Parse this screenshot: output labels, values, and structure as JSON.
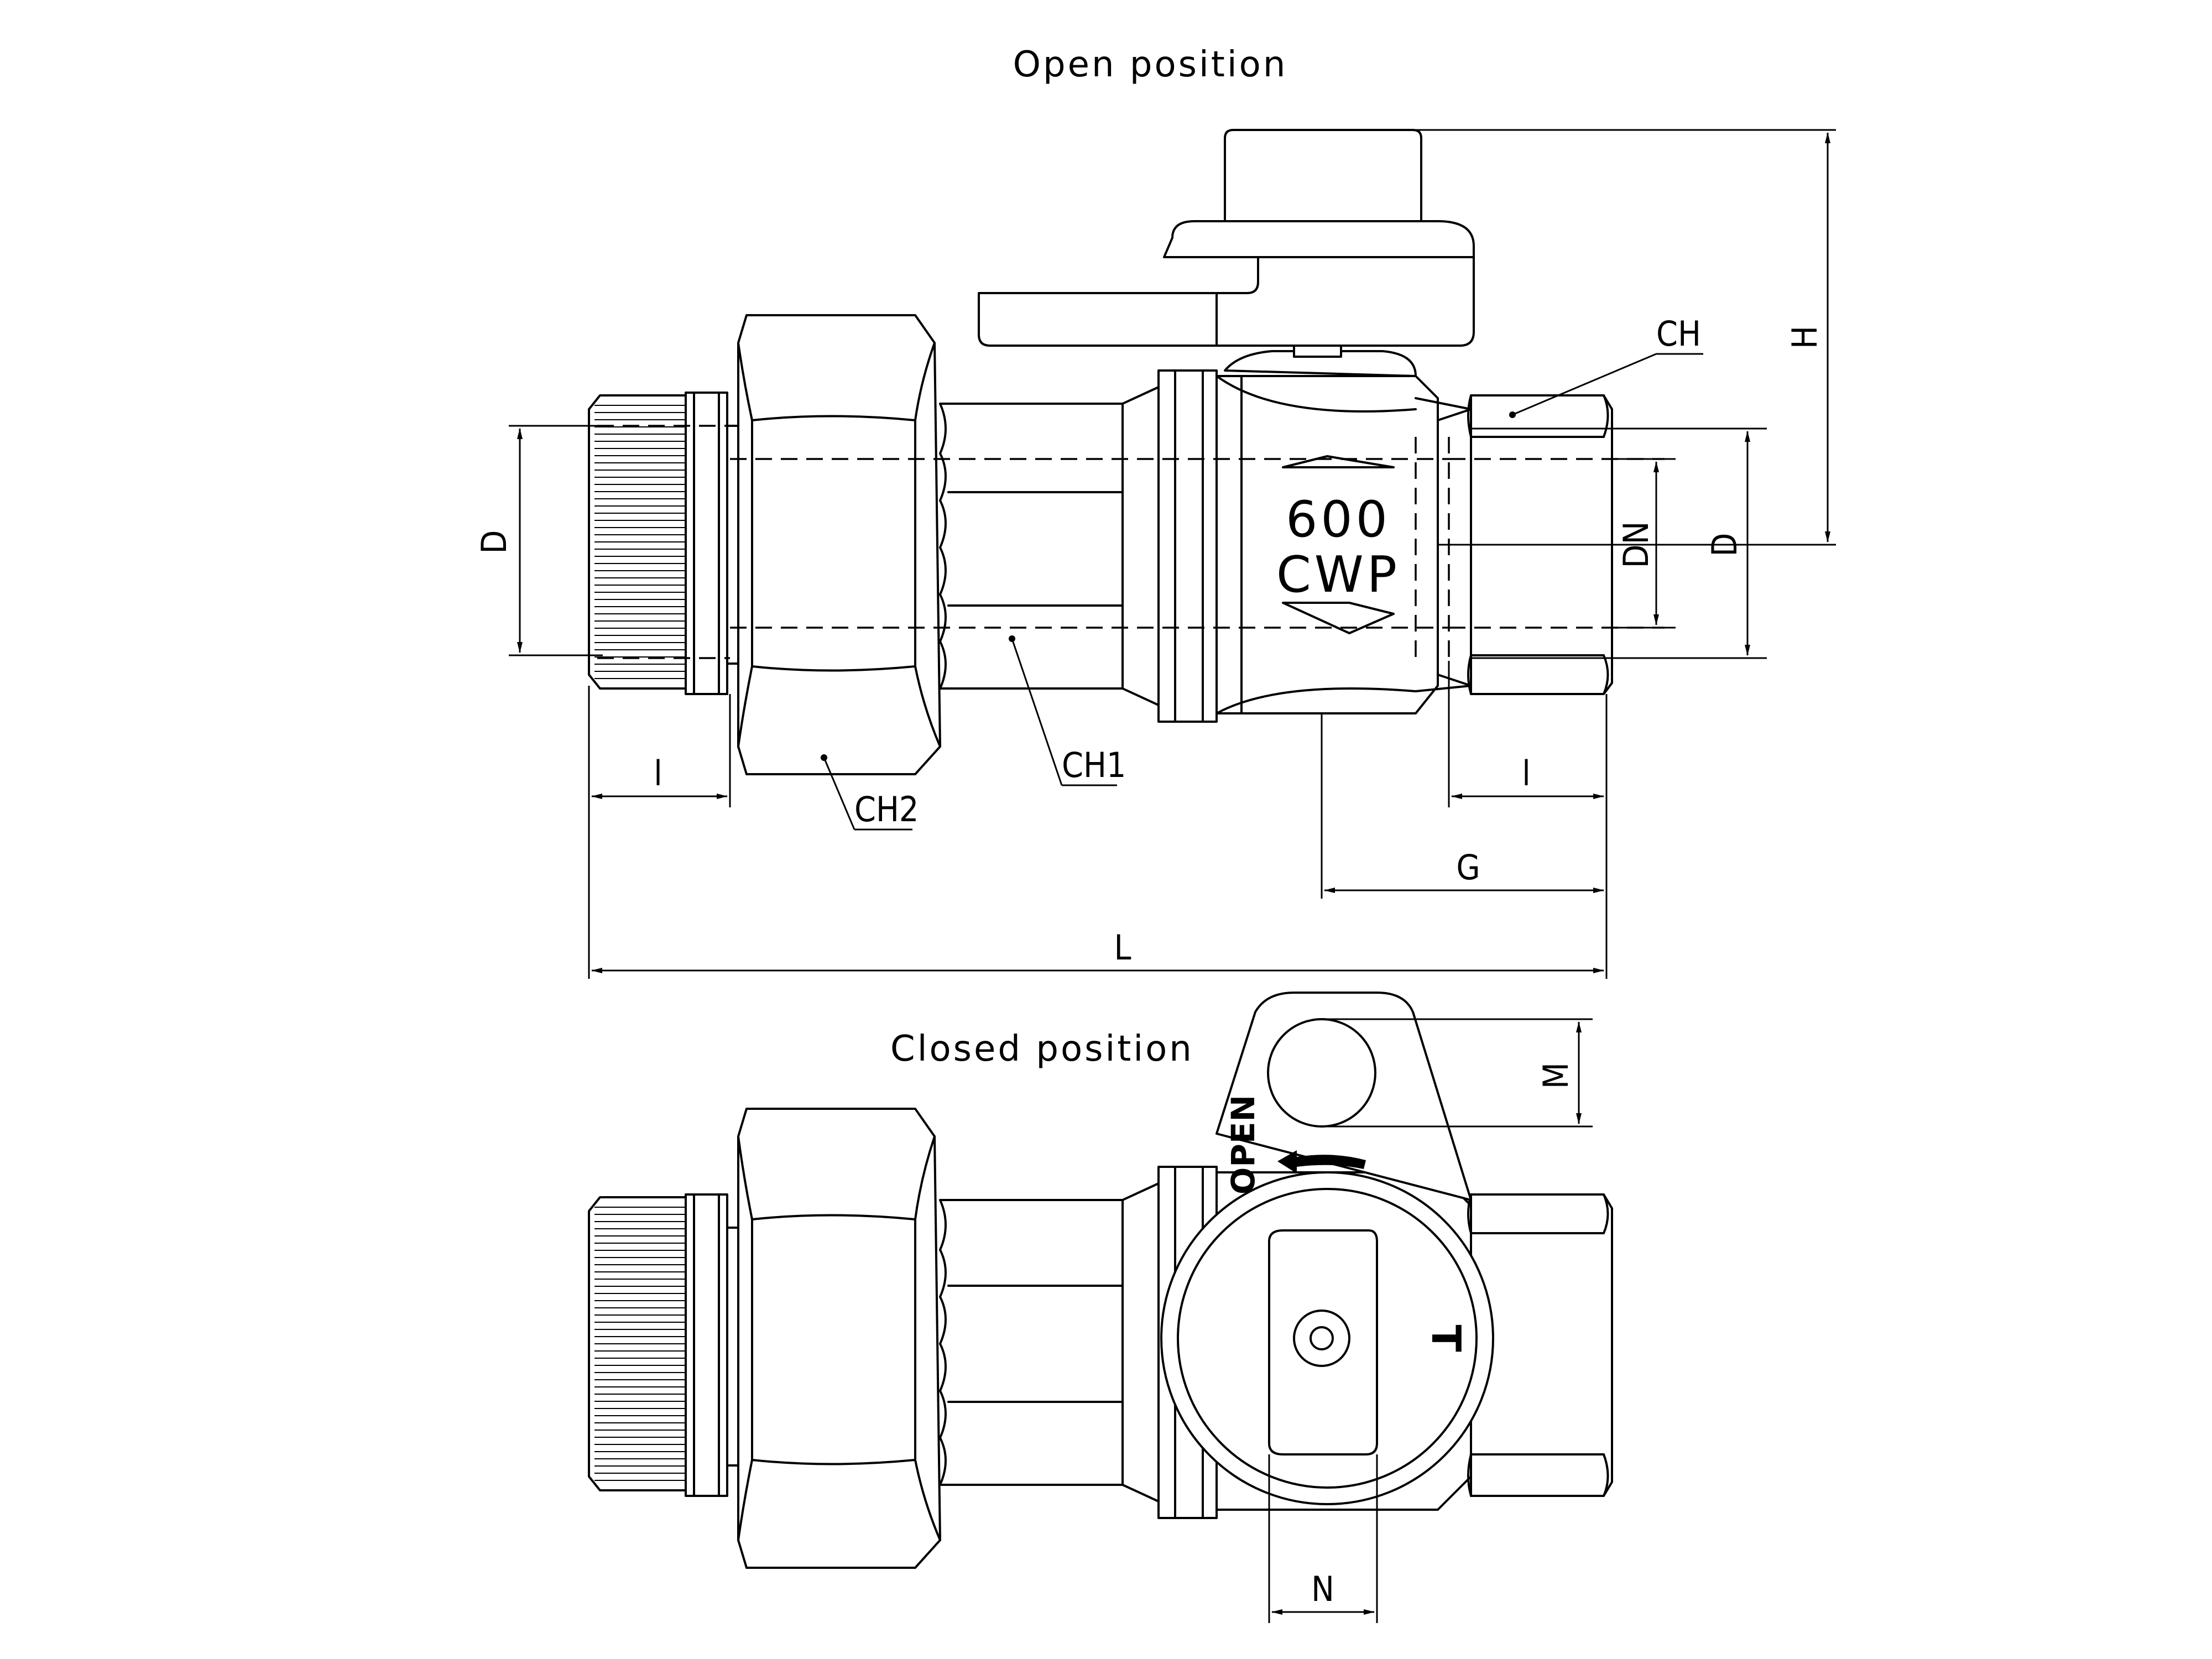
{
  "titles": {
    "open": "Open position",
    "closed": "Closed position"
  },
  "body_marking": {
    "pressure": "600",
    "rating": "CWP"
  },
  "handle_marking": {
    "open": "OPEN",
    "stop": "T"
  },
  "labels": {
    "ch": "CH",
    "ch1": "CH1",
    "ch2": "CH2"
  },
  "dimensions": {
    "H": "H",
    "D_left": "D",
    "D_right": "D",
    "DN": "DN",
    "l_left": "l",
    "l_right": "l",
    "G": "G",
    "L": "L",
    "M": "M",
    "N": "N"
  }
}
